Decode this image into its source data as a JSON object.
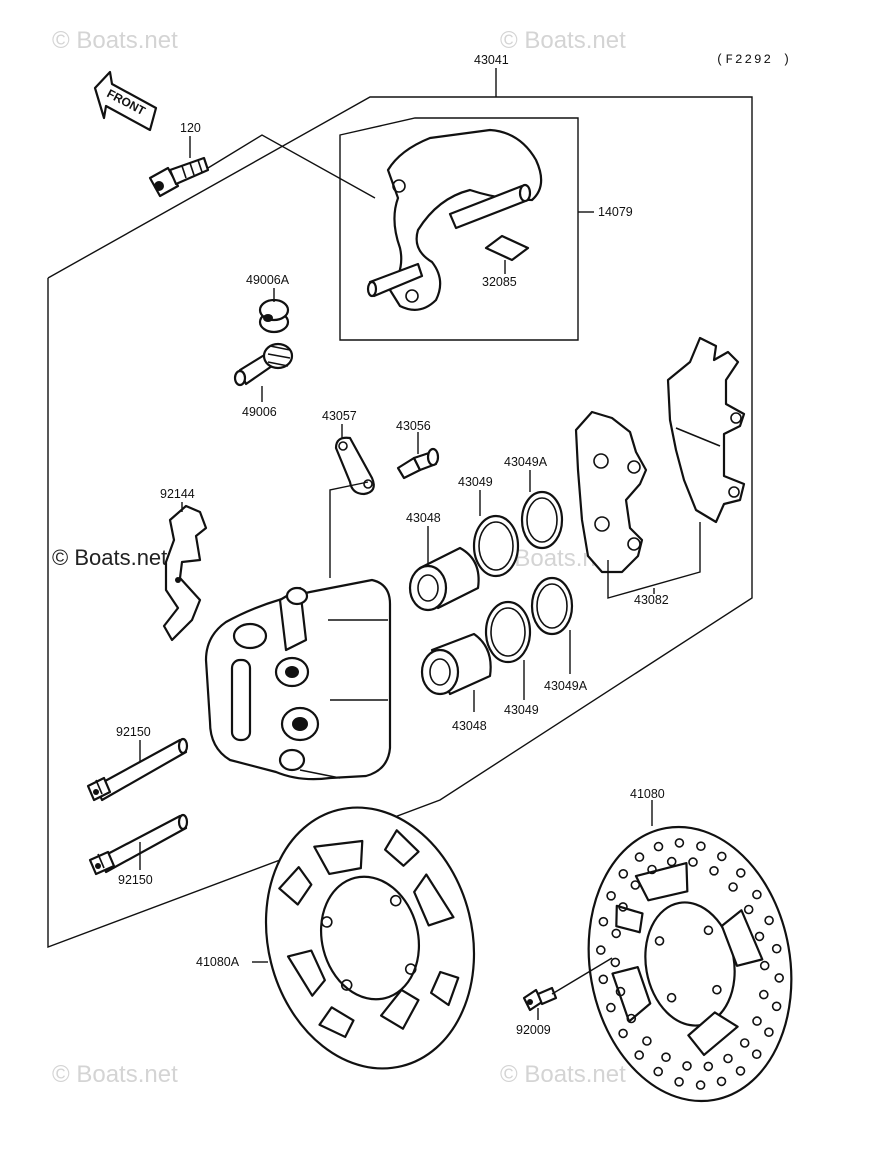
{
  "diagram_code": "(F2292 )",
  "front_label": "FRONT",
  "watermarks": [
    "© Boats.net",
    "© Boats.net",
    "© Boats.net",
    "© Boats.net",
    "© Boats.net"
  ],
  "watermark_dark": "© Boats.net",
  "parts": {
    "p43041": "43041",
    "p14079": "14079",
    "p32085": "32085",
    "p120": "120",
    "p49006A": "49006A",
    "p49006": "49006",
    "p43057": "43057",
    "p43056": "43056",
    "p43049A_top": "43049A",
    "p43049_top": "43049",
    "p43048_top": "43048",
    "p92144": "92144",
    "p43082": "43082",
    "p43049A_bot": "43049A",
    "p43049_bot": "43049",
    "p43048_bot": "43048",
    "p92150_top": "92150",
    "p92150_bot": "92150",
    "p41080": "41080",
    "p41080A": "41080A",
    "p92009": "92009"
  }
}
